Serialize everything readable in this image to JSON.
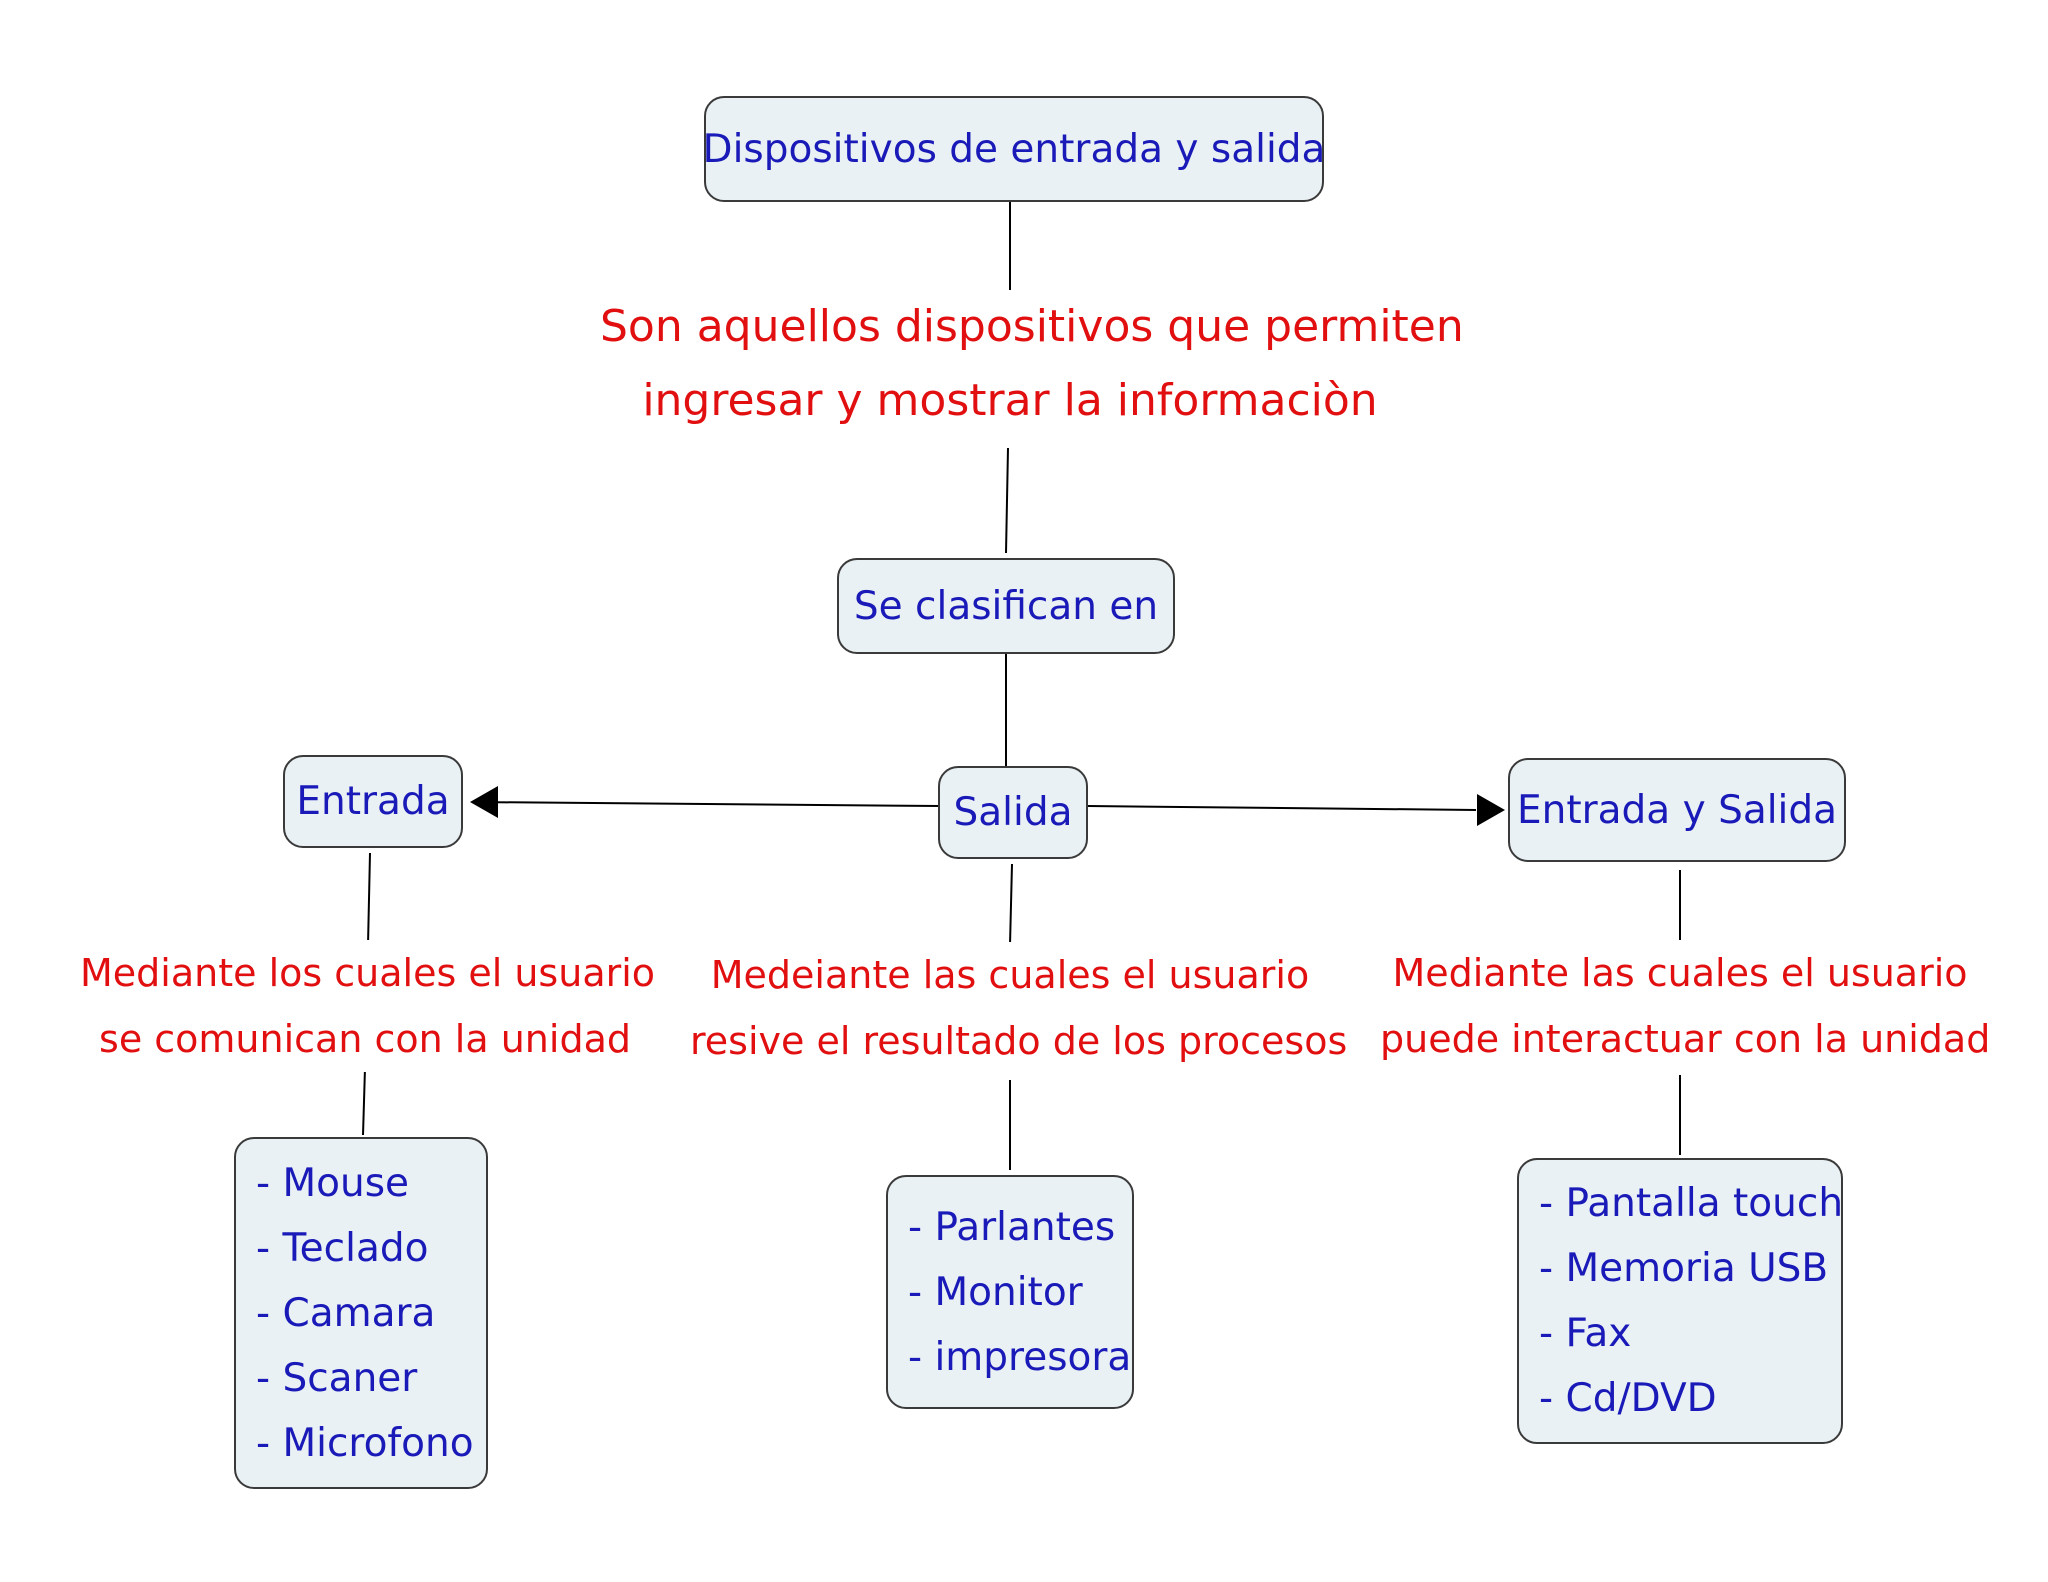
{
  "nodes": {
    "root": "Dispositivos de entrada y salida",
    "clasifican": "Se clasifican en",
    "entrada": "Entrada",
    "salida": "Salida",
    "entrada_salida": "Entrada y Salida"
  },
  "labels": {
    "definition": [
      "Son aquellos dispositivos que permiten",
      "ingresar y mostrar la informaciòn"
    ],
    "entrada": [
      "Mediante los cuales el usuario",
      "se comunican con la unidad"
    ],
    "salida": [
      "Medeiante las cuales el usuario",
      "resive el resultado de los procesos"
    ],
    "entrada_salida": [
      "Mediante las cuales el usuario",
      "puede interactuar con la unidad"
    ]
  },
  "lists": {
    "entrada": [
      "- Mouse",
      "- Teclado",
      "- Camara",
      "- Scaner",
      "- Microfono"
    ],
    "salida": [
      "- Parlantes",
      "- Monitor",
      "- impresora"
    ],
    "entrada_salida": [
      "- Pantalla touch",
      "- Memoria USB",
      "- Fax",
      "- Cd/DVD"
    ]
  },
  "colors": {
    "node_text": "#1a1ab8",
    "label_text": "#e10f0f",
    "node_fill": "#e9f1f4"
  }
}
